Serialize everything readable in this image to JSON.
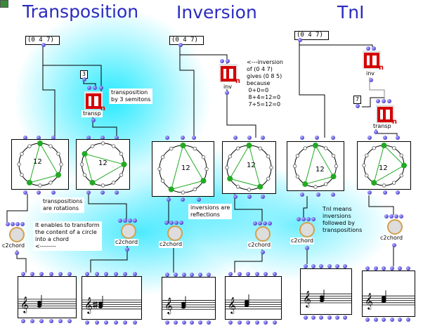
{
  "titles": {
    "transposition": "Transposition",
    "inversion": "Inversion",
    "tni": "TnI"
  },
  "sections": {
    "transposition": {
      "input_list": "(0 4 7)",
      "transp_amount": "3",
      "transp_label": "transp",
      "note_transp": "transposition\nby 3 semitons",
      "note_rotations": "transpositions\nare rotations",
      "note_c2chord": "It enables to transform\nthe content of a circle\ninto a chord\n<--------",
      "circle_left_value": "12",
      "circle_right_value": "12",
      "c2chord_left": "c2chord",
      "c2chord_right": "c2chord",
      "pitch_classes_left": [
        0,
        4,
        7
      ],
      "pitch_classes_right": [
        3,
        7,
        10
      ]
    },
    "inversion": {
      "input_list": "(0 4 7)",
      "inv_label": "inv",
      "note_inv": "<---inversion\nof (0 4 7)\ngives (0 8 5)\nbecause\n 0+0=0\n 8+4=12=0\n 7+5=12=0",
      "note_reflections": "inversions are\nreflections",
      "circle_left_value": "12",
      "circle_right_value": "12",
      "c2chord_left": "c2chord",
      "c2chord_right": "c2chord",
      "pitch_classes_left": [
        0,
        4,
        7
      ],
      "pitch_classes_right": [
        0,
        8,
        5
      ]
    },
    "tni": {
      "input_list": "(0 4 7)",
      "inv_label": "inv",
      "transp_amount": "7",
      "transp_label": "transp",
      "note_tni": "TnI means\ninversions\nfollowed by\ntranspositions",
      "circle_left_value": "12",
      "circle_right_value": "12",
      "c2chord_left": "c2chord",
      "c2chord_right": "c2chord",
      "pitch_classes_left": [
        0,
        4,
        7
      ],
      "pitch_classes_right": [
        7,
        3,
        0
      ]
    }
  },
  "colors": {
    "title": "#2b2bc0",
    "node": "#4b3fd0",
    "function_icon": "#d40000",
    "circle_point": "#22aa22",
    "polygon": "#22aa22",
    "background_glow": "#00e6ff"
  },
  "icons": {
    "window_check": "check-icon",
    "function_box": "om-function-icon",
    "c2chord": "c2chord-icon",
    "treble_clef": "treble-clef-icon"
  },
  "clef_glyph": "𝄞"
}
